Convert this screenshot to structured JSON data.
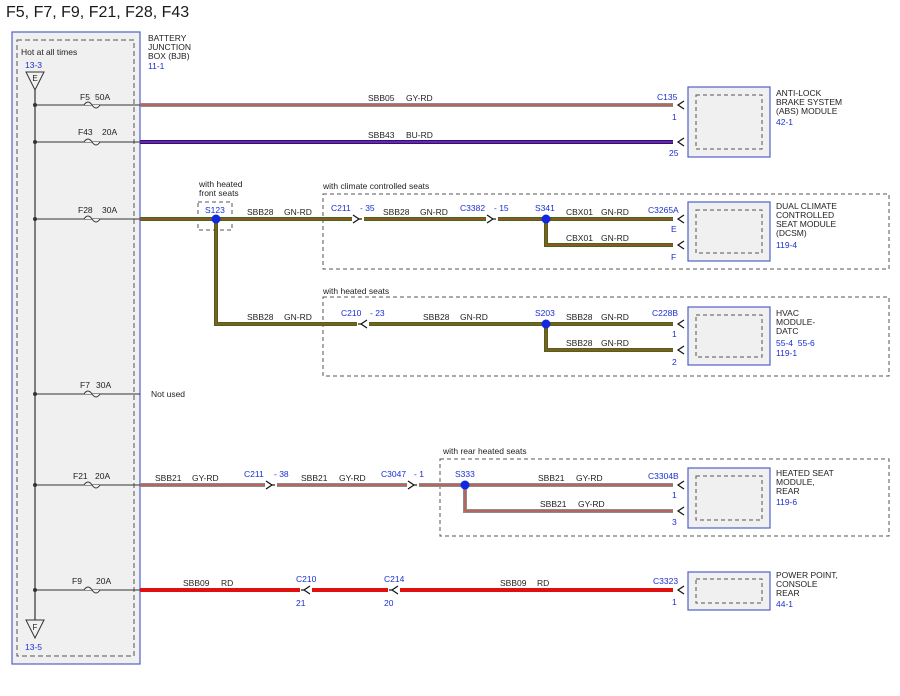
{
  "page_title": "F5, F7, F9, F21, F28, F43",
  "bjb": {
    "name_lines": [
      "BATTERY",
      "JUNCTION",
      "BOX (BJB)"
    ],
    "ref": "11-1",
    "hot_label": "Hot at all times",
    "top_ref": "13-3",
    "top_letter": "E",
    "bottom_letter": "F",
    "bottom_ref": "13-5"
  },
  "fuses": [
    {
      "name": "F5",
      "rating": "50A"
    },
    {
      "name": "F43",
      "rating": "20A"
    },
    {
      "name": "F28",
      "rating": "30A"
    },
    {
      "name": "F7",
      "rating": "30A"
    },
    {
      "name": "F21",
      "rating": "20A"
    },
    {
      "name": "F9",
      "rating": "20A"
    }
  ],
  "not_used": "Not used",
  "wires": [
    {
      "circuit": "SBB05",
      "color": "GY-RD"
    },
    {
      "circuit": "SBB43",
      "color": "BU-RD"
    },
    {
      "circuit": "SBB28",
      "color": "GN-RD"
    },
    {
      "circuit": "SBB28",
      "color": "GN-RD"
    },
    {
      "circuit": "CBX01",
      "color": "GN-RD"
    },
    {
      "circuit": "CBX01",
      "color": "GN-RD"
    },
    {
      "circuit": "SBB28",
      "color": "GN-RD"
    },
    {
      "circuit": "SBB28",
      "color": "GN-RD"
    },
    {
      "circuit": "SBB28",
      "color": "GN-RD"
    },
    {
      "circuit": "SBB28",
      "color": "GN-RD"
    },
    {
      "circuit": "SBB21",
      "color": "GY-RD"
    },
    {
      "circuit": "SBB21",
      "color": "GY-RD"
    },
    {
      "circuit": "SBB21",
      "color": "GY-RD"
    },
    {
      "circuit": "SBB21",
      "color": "GY-RD"
    },
    {
      "circuit": "SBB09",
      "color": "RD"
    },
    {
      "circuit": "SBB09",
      "color": "RD"
    }
  ],
  "option_labels": {
    "heated_front_seats": [
      "with heated",
      "front seats"
    ],
    "climate_controlled": "with climate controlled seats",
    "heated_seats": "with heated seats",
    "rear_heated": "with rear heated seats"
  },
  "splices": [
    "S123",
    "S341",
    "S203",
    "S333"
  ],
  "inline_connectors": [
    {
      "name": "C211",
      "pin": "35"
    },
    {
      "name": "C3382",
      "pin": "15"
    },
    {
      "name": "C210",
      "pin": "23"
    },
    {
      "name": "C211",
      "pin": "38"
    },
    {
      "name": "C3047",
      "pin": "1"
    },
    {
      "name": "C210",
      "pin": "21"
    },
    {
      "name": "C214",
      "pin": "20"
    }
  ],
  "modules": [
    {
      "connector": "C135",
      "pins": [
        "1",
        "25"
      ],
      "name_lines": [
        "ANTI-LOCK",
        "BRAKE SYSTEM",
        "(ABS) MODULE"
      ],
      "refs": [
        "42-1"
      ]
    },
    {
      "connector": "C3265A",
      "pins": [
        "E",
        "F"
      ],
      "name_lines": [
        "DUAL CLIMATE",
        "CONTROLLED",
        "SEAT MODULE",
        "(DCSM)"
      ],
      "refs": [
        "119-4"
      ]
    },
    {
      "connector": "C228B",
      "pins": [
        "1",
        "2"
      ],
      "name_lines": [
        "HVAC",
        "MODULE-",
        "DATC"
      ],
      "refs": [
        "55-4  55-6",
        "119-1"
      ]
    },
    {
      "connector": "C3304B",
      "pins": [
        "1",
        "3"
      ],
      "name_lines": [
        "HEATED SEAT",
        "MODULE,",
        "REAR"
      ],
      "refs": [
        "119-6"
      ]
    },
    {
      "connector": "C3323",
      "pins": [
        "1"
      ],
      "name_lines": [
        "POWER POINT,",
        "CONSOLE",
        "REAR"
      ],
      "refs": [
        "44-1"
      ]
    }
  ],
  "colors": {
    "box_blue": "#5060c8",
    "ref_blue": "#1a2fd0",
    "splice_blue": "#1028e0",
    "green_wire": "#3f6a17",
    "red_wire": "#e01010",
    "gray_wire": "#8c8c8c",
    "red_stripe": "#e04030",
    "blue_wire": "#1a10b0",
    "bjb_fill": "#f0f0f0"
  }
}
